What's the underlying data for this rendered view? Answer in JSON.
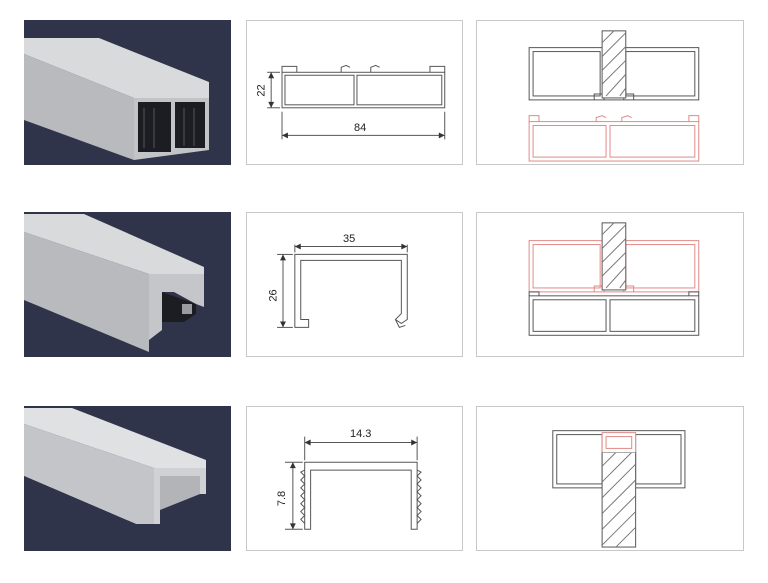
{
  "rows": [
    {
      "id": "profile-84x22",
      "width_label": "84",
      "height_label": "22"
    },
    {
      "id": "profile-35x26",
      "width_label": "35",
      "height_label": "26"
    },
    {
      "id": "profile-14.3x7.8",
      "width_label": "14.3",
      "height_label": "7.8"
    }
  ],
  "colors": {
    "photo_background": "#2f344a",
    "aluminum": "#c9cacd",
    "line": "#555555",
    "highlight": "#e08a86"
  }
}
